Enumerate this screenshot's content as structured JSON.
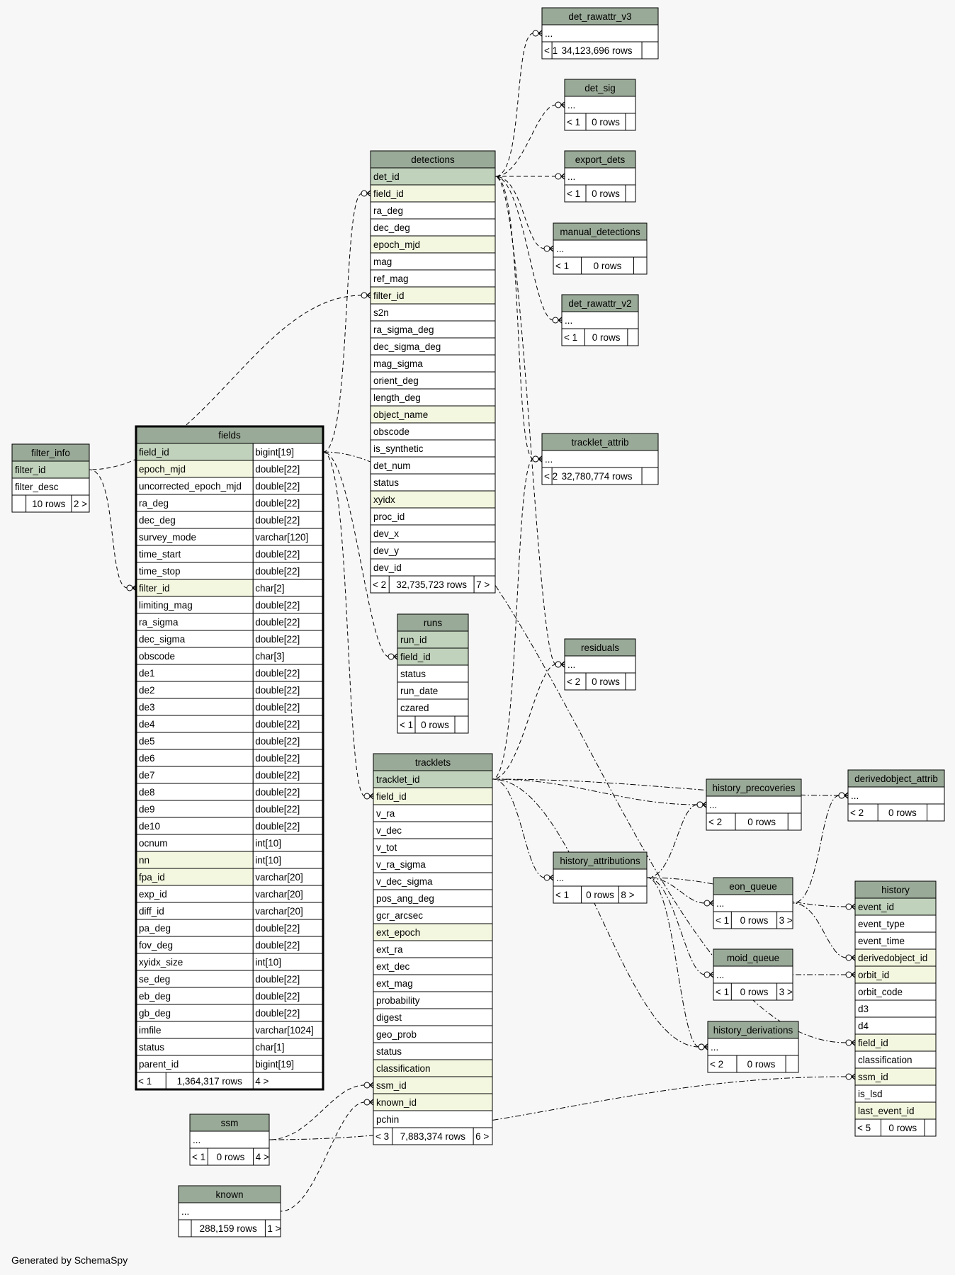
{
  "footer": "Generated by SchemaSpy",
  "colors": {
    "header": "#9aaa98",
    "key": "#c1d2bc",
    "foreign": "#f4f7e0",
    "plain": "#ffffff",
    "background": "#f7f7f7",
    "line": "#000000"
  },
  "tables": [
    {
      "id": "det_rawattr_v3",
      "title": "det_rawattr_v3",
      "rows": [
        {
          "name": "...",
          "kind": "plain"
        }
      ],
      "footer": [
        "< 1",
        "34,123,696 rows",
        ""
      ]
    },
    {
      "id": "det_sig",
      "title": "det_sig",
      "rows": [
        {
          "name": "...",
          "kind": "plain"
        }
      ],
      "footer": [
        "< 1",
        "0 rows",
        ""
      ]
    },
    {
      "id": "export_dets",
      "title": "export_dets",
      "rows": [
        {
          "name": "...",
          "kind": "plain"
        }
      ],
      "footer": [
        "< 1",
        "0 rows",
        ""
      ]
    },
    {
      "id": "manual_detections",
      "title": "manual_detections",
      "rows": [
        {
          "name": "...",
          "kind": "plain"
        }
      ],
      "footer": [
        "< 1",
        "0 rows",
        ""
      ]
    },
    {
      "id": "det_rawattr_v2",
      "title": "det_rawattr_v2",
      "rows": [
        {
          "name": "...",
          "kind": "plain"
        }
      ],
      "footer": [
        "< 1",
        "0 rows",
        ""
      ]
    },
    {
      "id": "detections",
      "title": "detections",
      "rows": [
        {
          "name": "det_id",
          "kind": "key"
        },
        {
          "name": "field_id",
          "kind": "foreign"
        },
        {
          "name": "ra_deg",
          "kind": "plain"
        },
        {
          "name": "dec_deg",
          "kind": "plain"
        },
        {
          "name": "epoch_mjd",
          "kind": "foreign"
        },
        {
          "name": "mag",
          "kind": "plain"
        },
        {
          "name": "ref_mag",
          "kind": "plain"
        },
        {
          "name": "filter_id",
          "kind": "foreign"
        },
        {
          "name": "s2n",
          "kind": "plain"
        },
        {
          "name": "ra_sigma_deg",
          "kind": "plain"
        },
        {
          "name": "dec_sigma_deg",
          "kind": "plain"
        },
        {
          "name": "mag_sigma",
          "kind": "plain"
        },
        {
          "name": "orient_deg",
          "kind": "plain"
        },
        {
          "name": "length_deg",
          "kind": "plain"
        },
        {
          "name": "object_name",
          "kind": "foreign"
        },
        {
          "name": "obscode",
          "kind": "plain"
        },
        {
          "name": "is_synthetic",
          "kind": "plain"
        },
        {
          "name": "det_num",
          "kind": "plain"
        },
        {
          "name": "status",
          "kind": "plain"
        },
        {
          "name": "xyidx",
          "kind": "foreign"
        },
        {
          "name": "proc_id",
          "kind": "plain"
        },
        {
          "name": "dev_x",
          "kind": "plain"
        },
        {
          "name": "dev_y",
          "kind": "plain"
        },
        {
          "name": "dev_id",
          "kind": "plain"
        }
      ],
      "footer": [
        "< 2",
        "32,735,723 rows",
        "7 >"
      ]
    },
    {
      "id": "tracklet_attrib",
      "title": "tracklet_attrib",
      "rows": [
        {
          "name": "...",
          "kind": "plain"
        }
      ],
      "footer": [
        "< 2",
        "32,780,774 rows",
        ""
      ]
    },
    {
      "id": "filter_info",
      "title": "filter_info",
      "rows": [
        {
          "name": "filter_id",
          "kind": "key"
        },
        {
          "name": "filter_desc",
          "kind": "plain"
        }
      ],
      "footer": [
        "",
        "10 rows",
        "2 >"
      ]
    },
    {
      "id": "fields",
      "title": "fields",
      "bold": true,
      "rows": [
        {
          "name": "field_id",
          "type": "bigint[19]",
          "kind": "key"
        },
        {
          "name": "epoch_mjd",
          "type": "double[22]",
          "kind": "foreign"
        },
        {
          "name": "uncorrected_epoch_mjd",
          "type": "double[22]",
          "kind": "plain"
        },
        {
          "name": "ra_deg",
          "type": "double[22]",
          "kind": "plain"
        },
        {
          "name": "dec_deg",
          "type": "double[22]",
          "kind": "plain"
        },
        {
          "name": "survey_mode",
          "type": "varchar[120]",
          "kind": "plain"
        },
        {
          "name": "time_start",
          "type": "double[22]",
          "kind": "plain"
        },
        {
          "name": "time_stop",
          "type": "double[22]",
          "kind": "plain"
        },
        {
          "name": "filter_id",
          "type": "char[2]",
          "kind": "foreign"
        },
        {
          "name": "limiting_mag",
          "type": "double[22]",
          "kind": "plain"
        },
        {
          "name": "ra_sigma",
          "type": "double[22]",
          "kind": "plain"
        },
        {
          "name": "dec_sigma",
          "type": "double[22]",
          "kind": "plain"
        },
        {
          "name": "obscode",
          "type": "char[3]",
          "kind": "plain"
        },
        {
          "name": "de1",
          "type": "double[22]",
          "kind": "plain"
        },
        {
          "name": "de2",
          "type": "double[22]",
          "kind": "plain"
        },
        {
          "name": "de3",
          "type": "double[22]",
          "kind": "plain"
        },
        {
          "name": "de4",
          "type": "double[22]",
          "kind": "plain"
        },
        {
          "name": "de5",
          "type": "double[22]",
          "kind": "plain"
        },
        {
          "name": "de6",
          "type": "double[22]",
          "kind": "plain"
        },
        {
          "name": "de7",
          "type": "double[22]",
          "kind": "plain"
        },
        {
          "name": "de8",
          "type": "double[22]",
          "kind": "plain"
        },
        {
          "name": "de9",
          "type": "double[22]",
          "kind": "plain"
        },
        {
          "name": "de10",
          "type": "double[22]",
          "kind": "plain"
        },
        {
          "name": "ocnum",
          "type": "int[10]",
          "kind": "plain"
        },
        {
          "name": "nn",
          "type": "int[10]",
          "kind": "foreign"
        },
        {
          "name": "fpa_id",
          "type": "varchar[20]",
          "kind": "foreign"
        },
        {
          "name": "exp_id",
          "type": "varchar[20]",
          "kind": "plain"
        },
        {
          "name": "diff_id",
          "type": "varchar[20]",
          "kind": "plain"
        },
        {
          "name": "pa_deg",
          "type": "double[22]",
          "kind": "plain"
        },
        {
          "name": "fov_deg",
          "type": "double[22]",
          "kind": "plain"
        },
        {
          "name": "xyidx_size",
          "type": "int[10]",
          "kind": "plain"
        },
        {
          "name": "se_deg",
          "type": "double[22]",
          "kind": "plain"
        },
        {
          "name": "eb_deg",
          "type": "double[22]",
          "kind": "plain"
        },
        {
          "name": "gb_deg",
          "type": "double[22]",
          "kind": "plain"
        },
        {
          "name": "imfile",
          "type": "varchar[1024]",
          "kind": "plain"
        },
        {
          "name": "status",
          "type": "char[1]",
          "kind": "plain"
        },
        {
          "name": "parent_id",
          "type": "bigint[19]",
          "kind": "plain"
        }
      ],
      "footer": [
        "< 1",
        "1,364,317 rows",
        "4 >"
      ]
    },
    {
      "id": "runs",
      "title": "runs",
      "rows": [
        {
          "name": "run_id",
          "kind": "key"
        },
        {
          "name": "field_id",
          "kind": "key"
        },
        {
          "name": "status",
          "kind": "plain"
        },
        {
          "name": "run_date",
          "kind": "plain"
        },
        {
          "name": "czared",
          "kind": "plain"
        }
      ],
      "footer": [
        "< 1",
        "0 rows",
        ""
      ]
    },
    {
      "id": "residuals",
      "title": "residuals",
      "rows": [
        {
          "name": "...",
          "kind": "plain"
        }
      ],
      "footer": [
        "< 2",
        "0 rows",
        ""
      ]
    },
    {
      "id": "tracklets",
      "title": "tracklets",
      "rows": [
        {
          "name": "tracklet_id",
          "kind": "key"
        },
        {
          "name": "field_id",
          "kind": "foreign"
        },
        {
          "name": "v_ra",
          "kind": "plain"
        },
        {
          "name": "v_dec",
          "kind": "plain"
        },
        {
          "name": "v_tot",
          "kind": "plain"
        },
        {
          "name": "v_ra_sigma",
          "kind": "plain"
        },
        {
          "name": "v_dec_sigma",
          "kind": "plain"
        },
        {
          "name": "pos_ang_deg",
          "kind": "plain"
        },
        {
          "name": "gcr_arcsec",
          "kind": "plain"
        },
        {
          "name": "ext_epoch",
          "kind": "foreign"
        },
        {
          "name": "ext_ra",
          "kind": "plain"
        },
        {
          "name": "ext_dec",
          "kind": "plain"
        },
        {
          "name": "ext_mag",
          "kind": "plain"
        },
        {
          "name": "probability",
          "kind": "plain"
        },
        {
          "name": "digest",
          "kind": "plain"
        },
        {
          "name": "geo_prob",
          "kind": "plain"
        },
        {
          "name": "status",
          "kind": "plain"
        },
        {
          "name": "classification",
          "kind": "foreign"
        },
        {
          "name": "ssm_id",
          "kind": "foreign"
        },
        {
          "name": "known_id",
          "kind": "foreign"
        },
        {
          "name": "pchin",
          "kind": "plain"
        }
      ],
      "footer": [
        "< 3",
        "7,883,374 rows",
        "6 >"
      ]
    },
    {
      "id": "history_precoveries",
      "title": "history_precoveries",
      "rows": [
        {
          "name": "...",
          "kind": "plain"
        }
      ],
      "footer": [
        "< 2",
        "0 rows",
        ""
      ]
    },
    {
      "id": "derivedobject_attrib",
      "title": "derivedobject_attrib",
      "rows": [
        {
          "name": "...",
          "kind": "plain"
        }
      ],
      "footer": [
        "< 2",
        "0 rows",
        ""
      ]
    },
    {
      "id": "history_attributions",
      "title": "history_attributions",
      "rows": [
        {
          "name": "...",
          "kind": "plain"
        }
      ],
      "footer": [
        "< 1",
        "0 rows",
        "8 >"
      ]
    },
    {
      "id": "eon_queue",
      "title": "eon_queue",
      "rows": [
        {
          "name": "...",
          "kind": "plain"
        }
      ],
      "footer": [
        "< 1",
        "0 rows",
        "3 >"
      ]
    },
    {
      "id": "history",
      "title": "history",
      "rows": [
        {
          "name": "event_id",
          "kind": "key"
        },
        {
          "name": "event_type",
          "kind": "plain"
        },
        {
          "name": "event_time",
          "kind": "plain"
        },
        {
          "name": "derivedobject_id",
          "kind": "foreign"
        },
        {
          "name": "orbit_id",
          "kind": "foreign"
        },
        {
          "name": "orbit_code",
          "kind": "plain"
        },
        {
          "name": "d3",
          "kind": "plain"
        },
        {
          "name": "d4",
          "kind": "plain"
        },
        {
          "name": "field_id",
          "kind": "foreign"
        },
        {
          "name": "classification",
          "kind": "plain"
        },
        {
          "name": "ssm_id",
          "kind": "foreign"
        },
        {
          "name": "is_lsd",
          "kind": "plain"
        },
        {
          "name": "last_event_id",
          "kind": "foreign"
        }
      ],
      "footer": [
        "< 5",
        "0 rows",
        ""
      ]
    },
    {
      "id": "moid_queue",
      "title": "moid_queue",
      "rows": [
        {
          "name": "...",
          "kind": "plain"
        }
      ],
      "footer": [
        "< 1",
        "0 rows",
        "3 >"
      ]
    },
    {
      "id": "history_derivations",
      "title": "history_derivations",
      "rows": [
        {
          "name": "...",
          "kind": "plain"
        }
      ],
      "footer": [
        "< 2",
        "0 rows",
        ""
      ]
    },
    {
      "id": "ssm",
      "title": "ssm",
      "rows": [
        {
          "name": "...",
          "kind": "plain"
        }
      ],
      "footer": [
        "< 1",
        "0 rows",
        "4 >"
      ]
    },
    {
      "id": "known",
      "title": "known",
      "rows": [
        {
          "name": "...",
          "kind": "plain"
        }
      ],
      "footer": [
        "",
        "288,159 rows",
        "1 >"
      ]
    }
  ]
}
